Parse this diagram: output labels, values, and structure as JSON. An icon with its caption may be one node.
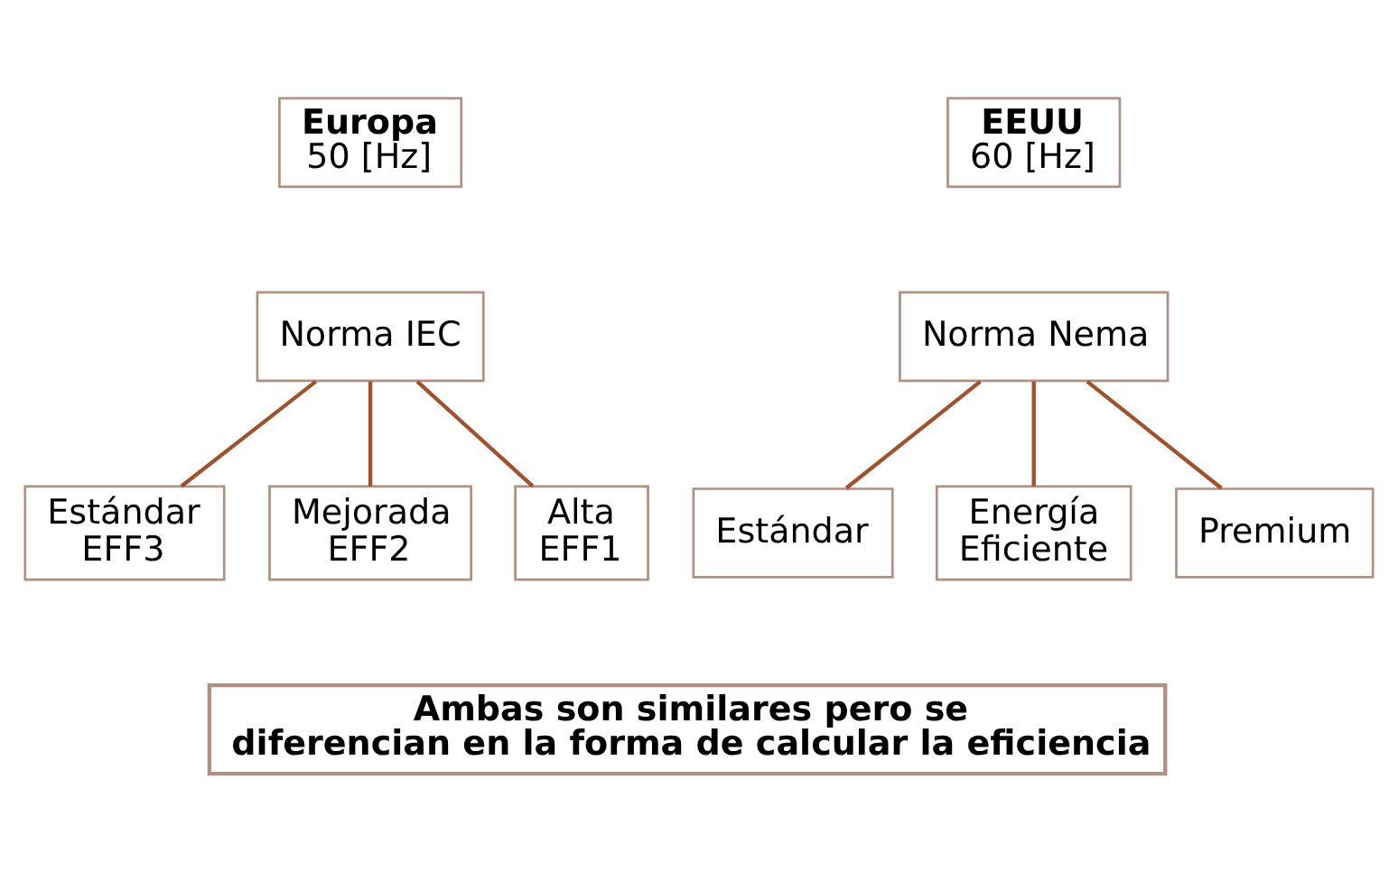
{
  "diagram": {
    "nodes": [
      {
        "text": [
          "Europa",
          "50 [Hz]"
        ]
      },
      {
        "text": [
          "EEUU",
          "60 [Hz]"
        ]
      },
      {
        "text": [
          "Norma IEC"
        ]
      },
      {
        "text": [
          "Norma Nema"
        ]
      },
      {
        "text": [
          "Estándar EFF3"
        ]
      },
      {
        "text": [
          "Mejorada EFF2"
        ]
      },
      {
        "text": [
          "Alta EFF1"
        ]
      },
      {
        "text": [
          "Estándar"
        ]
      },
      {
        "text": [
          "Energía Eficiente"
        ]
      },
      {
        "text": [
          "Premium"
        ]
      },
      {
        "text": [
          "Ambas son similares pero se diferencian en la forma de calcular la eficiencia"
        ]
      }
    ],
    "edges": [
      {
        "from": 2,
        "to": 4,
        "arrow": "none"
      },
      {
        "from": 2,
        "to": 5,
        "arrow": "none"
      },
      {
        "from": 2,
        "to": 6,
        "arrow": "none"
      },
      {
        "from": 3,
        "to": 7,
        "arrow": "none"
      },
      {
        "from": 3,
        "to": 8,
        "arrow": "none"
      },
      {
        "from": 3,
        "to": 9,
        "arrow": "none"
      }
    ]
  }
}
